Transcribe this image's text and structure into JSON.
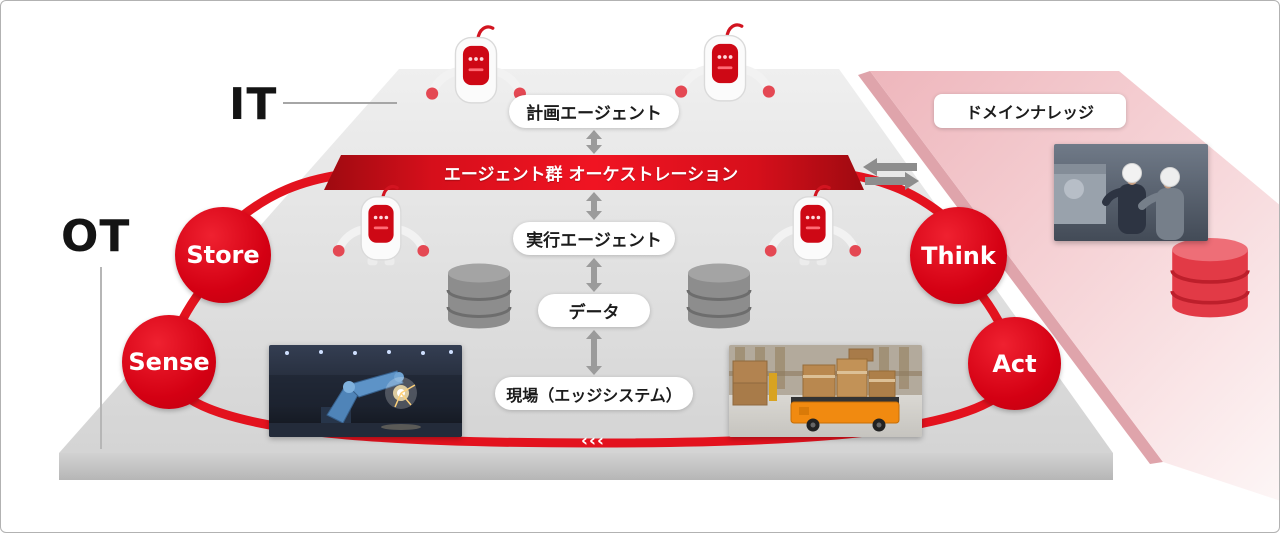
{
  "labels": {
    "it": "IT",
    "ot": "OT"
  },
  "pills": {
    "planning_agent": "計画エージェント",
    "orchestration": "エージェント群 オーケストレーション",
    "execution_agent": "実行エージェント",
    "data": "データ",
    "edge_system": "現場（エッジシステム）",
    "domain_knowledge": "ドメインナレッジ"
  },
  "loop": {
    "store": "Store",
    "sense": "Sense",
    "think": "Think",
    "act": "Act",
    "chevrons": "‹‹‹"
  },
  "colors": {
    "accent_red": "#e60012",
    "platform_gray": "#e0e0e0",
    "knowledge_pink": "#f0bcc2"
  }
}
